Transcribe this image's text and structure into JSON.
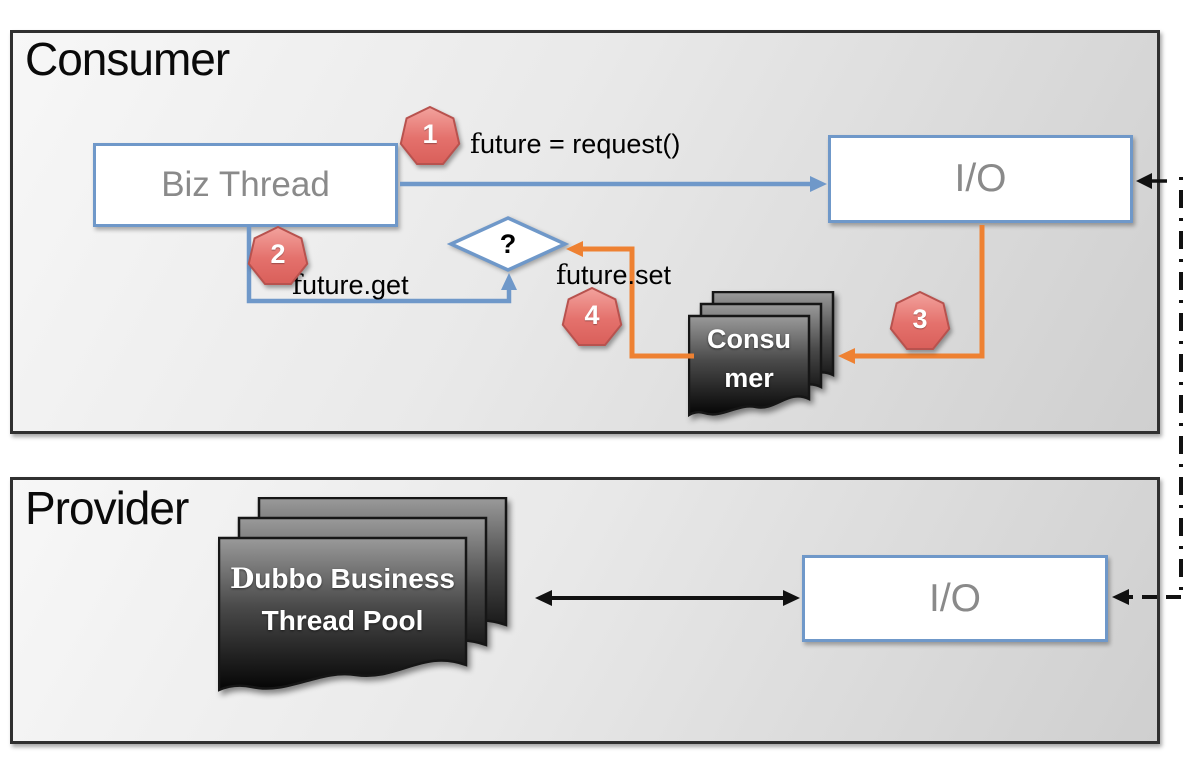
{
  "consumer": {
    "title": "Consumer",
    "biz_thread_label": "Biz Thread",
    "io_label": "I/O",
    "decision_label": "?",
    "step1": {
      "badge": "1",
      "label": "future = request()"
    },
    "step2": {
      "badge": "2",
      "label": "future.get"
    },
    "step3": {
      "badge": "3"
    },
    "step4": {
      "badge": "4",
      "label": "future.set"
    },
    "stack": {
      "line1": "Consu",
      "line2": "mer"
    }
  },
  "provider": {
    "title": "Provider",
    "io_label": "I/O",
    "stack": {
      "line1": "Dubbo Business",
      "line2": "Thread Pool"
    }
  },
  "colors": {
    "accent_blue": "#6f98c9",
    "accent_orange": "#ee8132",
    "badge_fill": "#e4716c",
    "badge_border": "#b8524e",
    "line_black": "#111111",
    "panel_border": "#303030",
    "box_text_gray": "#8a8a8a"
  }
}
